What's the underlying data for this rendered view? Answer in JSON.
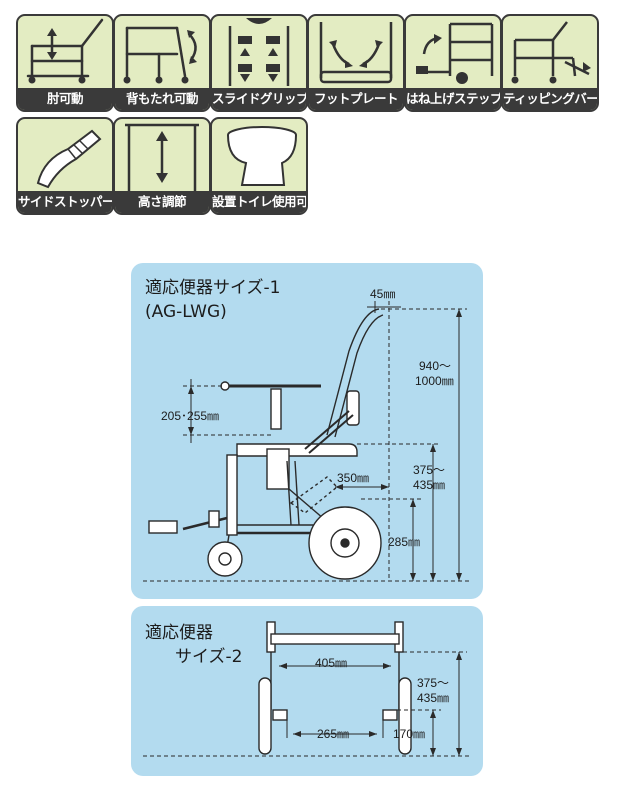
{
  "features": [
    {
      "label": "肘可動",
      "icon": "armrest-icon"
    },
    {
      "label": "背もたれ可動",
      "icon": "backrest-icon"
    },
    {
      "label": "スライドグリップ",
      "icon": "slide-grip-icon"
    },
    {
      "label": "フットプレート",
      "icon": "footplate-icon"
    },
    {
      "label": "はね上げステップ",
      "icon": "flip-up-step-icon"
    },
    {
      "label": "ティッピングバー",
      "icon": "tipping-bar-icon"
    },
    {
      "label": "サイドストッパー",
      "icon": "side-stopper-icon"
    },
    {
      "label": "高さ調節",
      "icon": "height-adjust-icon"
    },
    {
      "label": "設置トイレ使用可",
      "icon": "toilet-icon"
    }
  ],
  "diagram1": {
    "title_line1": "適応便器サイズ-1",
    "title_line2": "(AG-LWG)",
    "dims": {
      "top_width": "45㎜",
      "total_height_line1": "940～",
      "total_height_line2": "1000㎜",
      "table_adjust": "205･255㎜",
      "seat_depth": "350㎜",
      "seat_height_line1": "375～",
      "seat_height_line2": "435㎜",
      "frame_height": "285㎜"
    }
  },
  "diagram2": {
    "title_line1": "適応便器",
    "title_line2": "サイズ-2",
    "dims": {
      "outer_width": "405㎜",
      "inner_width": "265㎜",
      "seat_height_line1": "375～",
      "seat_height_line2": "435㎜",
      "clearance_height": "170㎜"
    }
  },
  "colors": {
    "panel_bg": "#b3dbef",
    "icon_bg": "#e3ecc2",
    "label_bg": "#3a3a3a",
    "line": "#2a2a2a"
  }
}
